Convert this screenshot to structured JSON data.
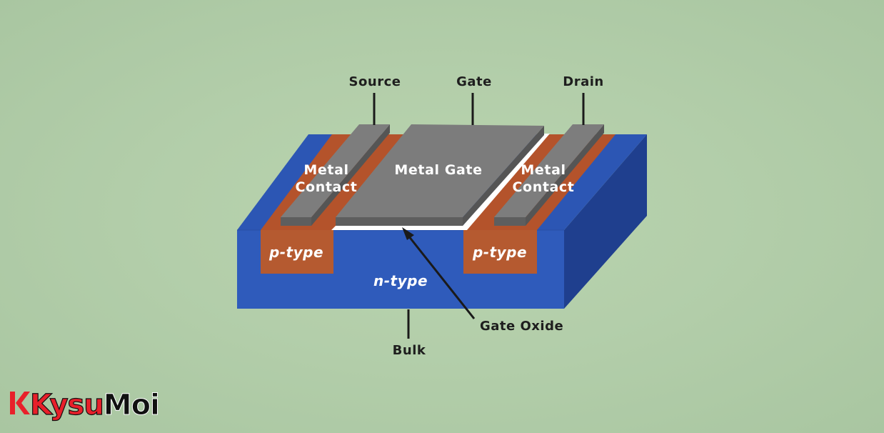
{
  "diagram": {
    "terminals": {
      "source": "Source",
      "gate": "Gate",
      "drain": "Drain",
      "bulk": "Bulk"
    },
    "regions": {
      "metal_gate": "Metal Gate",
      "left_contact": [
        "Metal",
        "Contact"
      ],
      "right_contact": [
        "Metal",
        "Contact"
      ],
      "left_doping": "p-type",
      "right_doping": "p-type",
      "substrate": "n-type",
      "gate_oxide": "Gate Oxide"
    },
    "colors": {
      "substrate": "#2c56b4",
      "p_region": "#b4532b",
      "metal": "#7c7c7c",
      "oxide": "#ffffff"
    }
  },
  "watermark": {
    "brand": "KysuMoi",
    "brand_part_1": "Kysu",
    "brand_part_2": "Moi"
  }
}
